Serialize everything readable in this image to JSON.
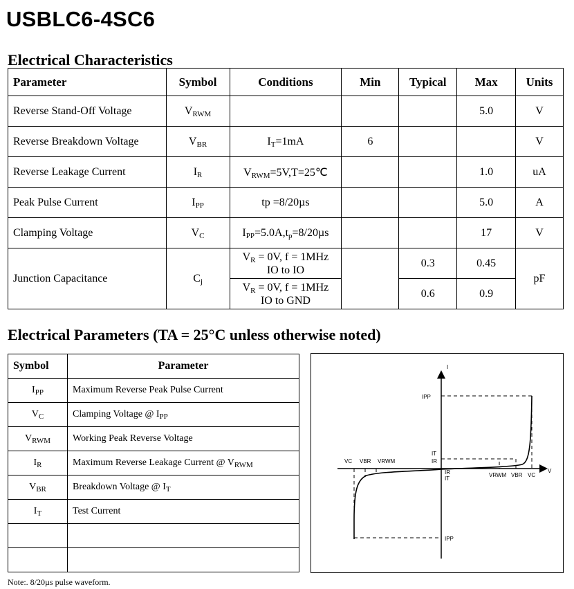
{
  "doc_title": "USBLC6-4SC6",
  "ec": {
    "heading": "Electrical Characteristics",
    "headers": [
      "Parameter",
      "Symbol",
      "Conditions",
      "Min",
      "Typical",
      "Max",
      "Units"
    ],
    "rows": [
      {
        "param": "Reverse Stand-Off Voltage",
        "sym": "V",
        "sym_sub": "RWM",
        "cond": "",
        "min": "",
        "typ": "",
        "max": "5.0",
        "unit": "V"
      },
      {
        "param": "Reverse Breakdown Voltage",
        "sym": "V",
        "sym_sub": "BR",
        "cond": "I_T=1mA",
        "min": "6",
        "typ": "",
        "max": "",
        "unit": "V"
      },
      {
        "param": "Reverse Leakage Current",
        "sym": "I",
        "sym_sub": "R",
        "cond": "V_RWM=5V,T=25℃",
        "min": "",
        "typ": "",
        "max": "1.0",
        "unit": "uA"
      },
      {
        "param": "Peak Pulse Current",
        "sym": "I",
        "sym_sub": "PP",
        "cond": "tp =8/20µs",
        "min": "",
        "typ": "",
        "max": "5.0",
        "unit": "A"
      },
      {
        "param": "Clamping Voltage",
        "sym": "V",
        "sym_sub": "C",
        "cond": "I_PP=5.0A,t_p=8/20µs",
        "min": "",
        "typ": "",
        "max": "17",
        "unit": "V"
      }
    ],
    "cap": {
      "param": "Junction Capacitance",
      "sym": "C",
      "sym_sub": "j",
      "unit": "pF",
      "cond1_a": "V",
      "cond1_sub": "R",
      "cond1_b": " = 0V, f = 1MHz",
      "cond1_c": "IO to IO",
      "typ1": "0.3",
      "max1": "0.45",
      "cond2_a": "V",
      "cond2_sub": "R",
      "cond2_b": " = 0V, f = 1MHz",
      "cond2_c": "IO to GND",
      "typ2": "0.6",
      "max2": "0.9"
    },
    "cond_bits": {
      "it_a": "I",
      "it_sub": "T",
      "it_b": "=1mA",
      "vr_a": "V",
      "vr_sub": "RWM",
      "vr_b": "=5V,T=25℃",
      "ipp_a": "I",
      "ipp_sub": "PP",
      "ipp_b": "=5.0A,t",
      "tp_sub": "p",
      "ipp_c": "=8/20µs"
    }
  },
  "ep": {
    "heading": "Electrical Parameters (TA = 25°C unless otherwise noted)",
    "headers": [
      "Symbol",
      "Parameter"
    ],
    "rows": [
      {
        "sym": "I",
        "sub": "PP",
        "param": "Maximum Reverse Peak Pulse Current"
      },
      {
        "sym": "V",
        "sub": "C",
        "param": "Clamping Voltage @ I",
        "psub": "PP"
      },
      {
        "sym": "V",
        "sub": "RWM",
        "param": "Working Peak Reverse Voltage"
      },
      {
        "sym": "I",
        "sub": "R",
        "param": "Maximum Reverse Leakage Current @ V",
        "psub": "RWM"
      },
      {
        "sym": "V",
        "sub": "BR",
        "param": "Breakdown Voltage @ I",
        "psub": "T"
      },
      {
        "sym": "I",
        "sub": "T",
        "param": "Test Current"
      }
    ]
  },
  "graph": {
    "axis_i": "I",
    "axis_v": "V",
    "ipp": "IPP",
    "it": "IT",
    "ir": "IR",
    "vc": "VC",
    "vbr": "VBR",
    "vrwm": "VRWM"
  },
  "note": "Note:. 8/20µs pulse waveform."
}
